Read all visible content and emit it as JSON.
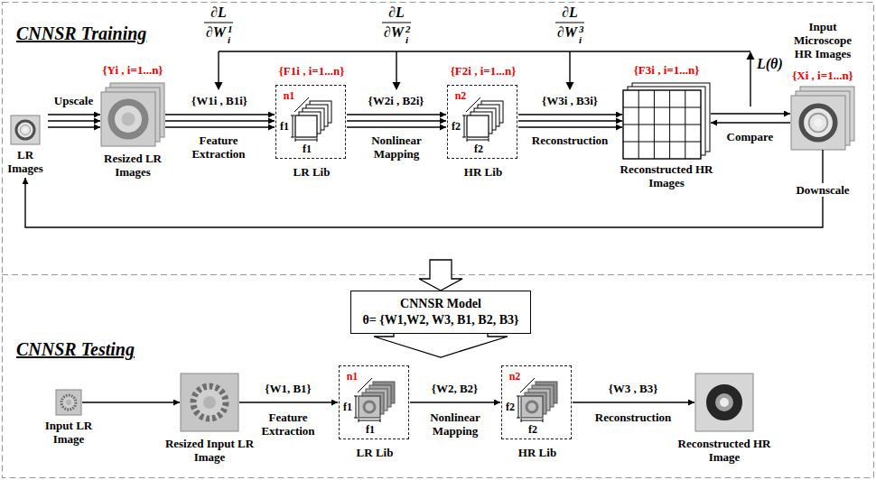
{
  "diagram": {
    "nodes": [
      {
        "text": [
          "LR Images"
        ]
      },
      {
        "text": [
          "{Yi , i=1...n}",
          "Resized LR Images"
        ]
      },
      {
        "text": [
          "{F1i , i=1...n}",
          "n1",
          "f1",
          "f1",
          "LR Lib"
        ]
      },
      {
        "text": [
          "{F2i , i=1...n}",
          "n2",
          "f2",
          "f2",
          "HR Lib"
        ]
      },
      {
        "text": [
          "{F3i , i=1...n}",
          "Reconstructed HR Images"
        ]
      },
      {
        "text": [
          "Input Microscope HR Images",
          "{Xi , i=1...n}"
        ]
      },
      {
        "text": [
          "CNNSR Model",
          "θ= {W1,W2, W3, B1, B2, B3}"
        ]
      },
      {
        "text": [
          "Input LR Image"
        ]
      },
      {
        "text": [
          "Resized Input LR Image"
        ]
      },
      {
        "text": [
          "n1",
          "f1",
          "f1",
          "LR Lib"
        ]
      },
      {
        "text": [
          "n2",
          "f2",
          "f2",
          "HR Lib"
        ]
      },
      {
        "text": [
          "Reconstructed HR Image"
        ]
      }
    ],
    "edges": [
      {
        "from": 0,
        "to": 1,
        "label": "Upscale",
        "arrow": "to"
      },
      {
        "from": 1,
        "to": 2,
        "label": "{W1i , B1i}",
        "arrow": "to"
      },
      {
        "from": 2,
        "to": 3,
        "label": "{W2i , B2i}",
        "arrow": "to"
      },
      {
        "from": 3,
        "to": 4,
        "label": "{W3i , B3i}",
        "arrow": "to"
      },
      {
        "from": 4,
        "to": 5,
        "label": "Compare",
        "arrow": "both"
      },
      {
        "from": 5,
        "to": 0,
        "label": "Downscale",
        "arrow": "to"
      },
      {
        "from": 7,
        "to": 8,
        "arrow": "to"
      },
      {
        "from": 8,
        "to": 9,
        "label": "{W1, B1}",
        "arrow": "to"
      },
      {
        "from": 9,
        "to": 10,
        "label": "{W2, B2}",
        "arrow": "to"
      },
      {
        "from": 10,
        "to": 11,
        "label": "{W3 , B3}",
        "arrow": "to"
      }
    ],
    "labels": [
      "CNNSR Training",
      "∂L",
      "∂W",
      "1",
      "i",
      "∂L",
      "∂W",
      "2",
      "i",
      "∂L",
      "∂W",
      "3",
      "i",
      "L(θ)",
      "Feature Extraction",
      "Nonlinear Mapping",
      "Reconstruction",
      "CNNSR Testing",
      "Feature Extraction",
      "Nonlinear Mapping",
      "Reconstruction"
    ]
  }
}
